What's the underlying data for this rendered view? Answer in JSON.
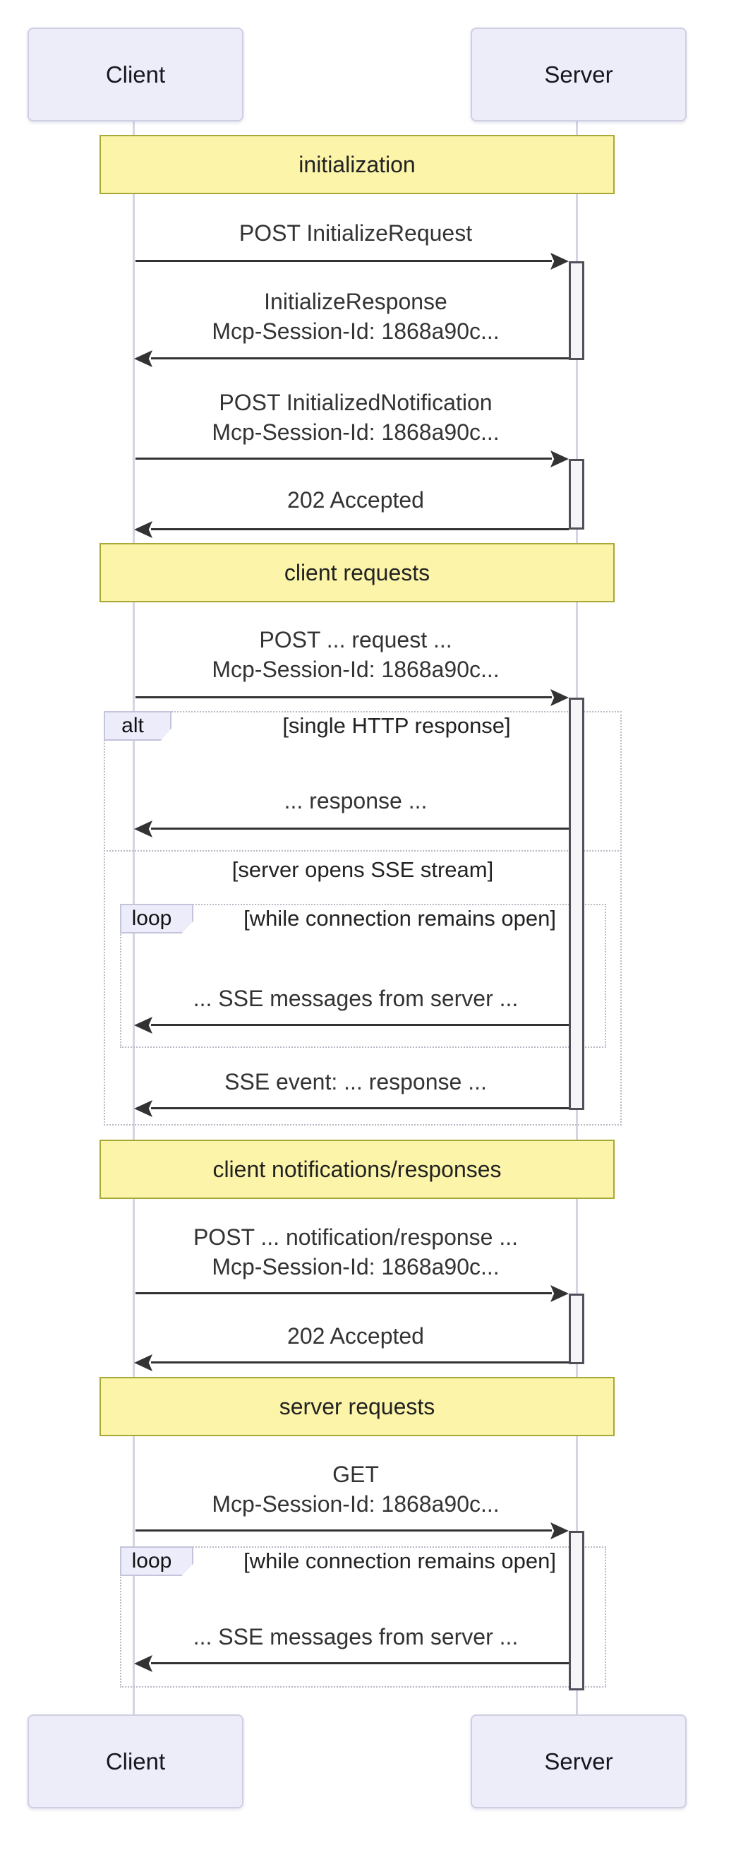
{
  "actors": [
    {
      "name": "Client"
    },
    {
      "name": "Server"
    }
  ],
  "notes": [
    {
      "label": "initialization"
    },
    {
      "label": "client requests"
    },
    {
      "label": "client notifications/responses"
    },
    {
      "label": "server requests"
    }
  ],
  "messages": [
    {
      "dir": "right",
      "lines": [
        "POST InitializeRequest"
      ]
    },
    {
      "dir": "left",
      "lines": [
        "InitializeResponse",
        "Mcp-Session-Id: 1868a90c..."
      ]
    },
    {
      "dir": "right",
      "lines": [
        "POST InitializedNotification",
        "Mcp-Session-Id: 1868a90c..."
      ]
    },
    {
      "dir": "left",
      "lines": [
        "202 Accepted"
      ]
    },
    {
      "dir": "right",
      "lines": [
        "POST ... request ...",
        "Mcp-Session-Id: 1868a90c..."
      ]
    },
    {
      "dir": "left",
      "lines": [
        "... response ..."
      ]
    },
    {
      "dir": "left",
      "lines": [
        "... SSE messages from server ..."
      ]
    },
    {
      "dir": "left",
      "lines": [
        "SSE event: ... response ..."
      ]
    },
    {
      "dir": "right",
      "lines": [
        "POST ... notification/response ...",
        "Mcp-Session-Id: 1868a90c..."
      ]
    },
    {
      "dir": "left",
      "lines": [
        "202 Accepted"
      ]
    },
    {
      "dir": "right",
      "lines": [
        "GET",
        "Mcp-Session-Id: 1868a90c..."
      ]
    },
    {
      "dir": "left",
      "lines": [
        "... SSE messages from server ..."
      ]
    }
  ],
  "frames": {
    "alt": {
      "label": "alt",
      "condition": "[single HTTP response]",
      "divider_label": "[server opens SSE stream]"
    },
    "loop1": {
      "label": "loop",
      "condition": "[while connection remains open]"
    },
    "loop2": {
      "label": "loop",
      "condition": "[while connection remains open]"
    }
  },
  "colors": {
    "note_fill": "#fbf4a9",
    "note_border": "#a8a837",
    "actor_fill": "#ededfa",
    "actor_border": "#cfcfe3",
    "tab_fill": "#ececfb",
    "tab_border": "#c3c3da",
    "arrow": "#333333",
    "lifeline": "#d4d4e4",
    "activation_fill": "#f5f5f8",
    "activation_border": "#50505a",
    "frame_border": "#b9b9c6",
    "msg_text": "#333333"
  }
}
